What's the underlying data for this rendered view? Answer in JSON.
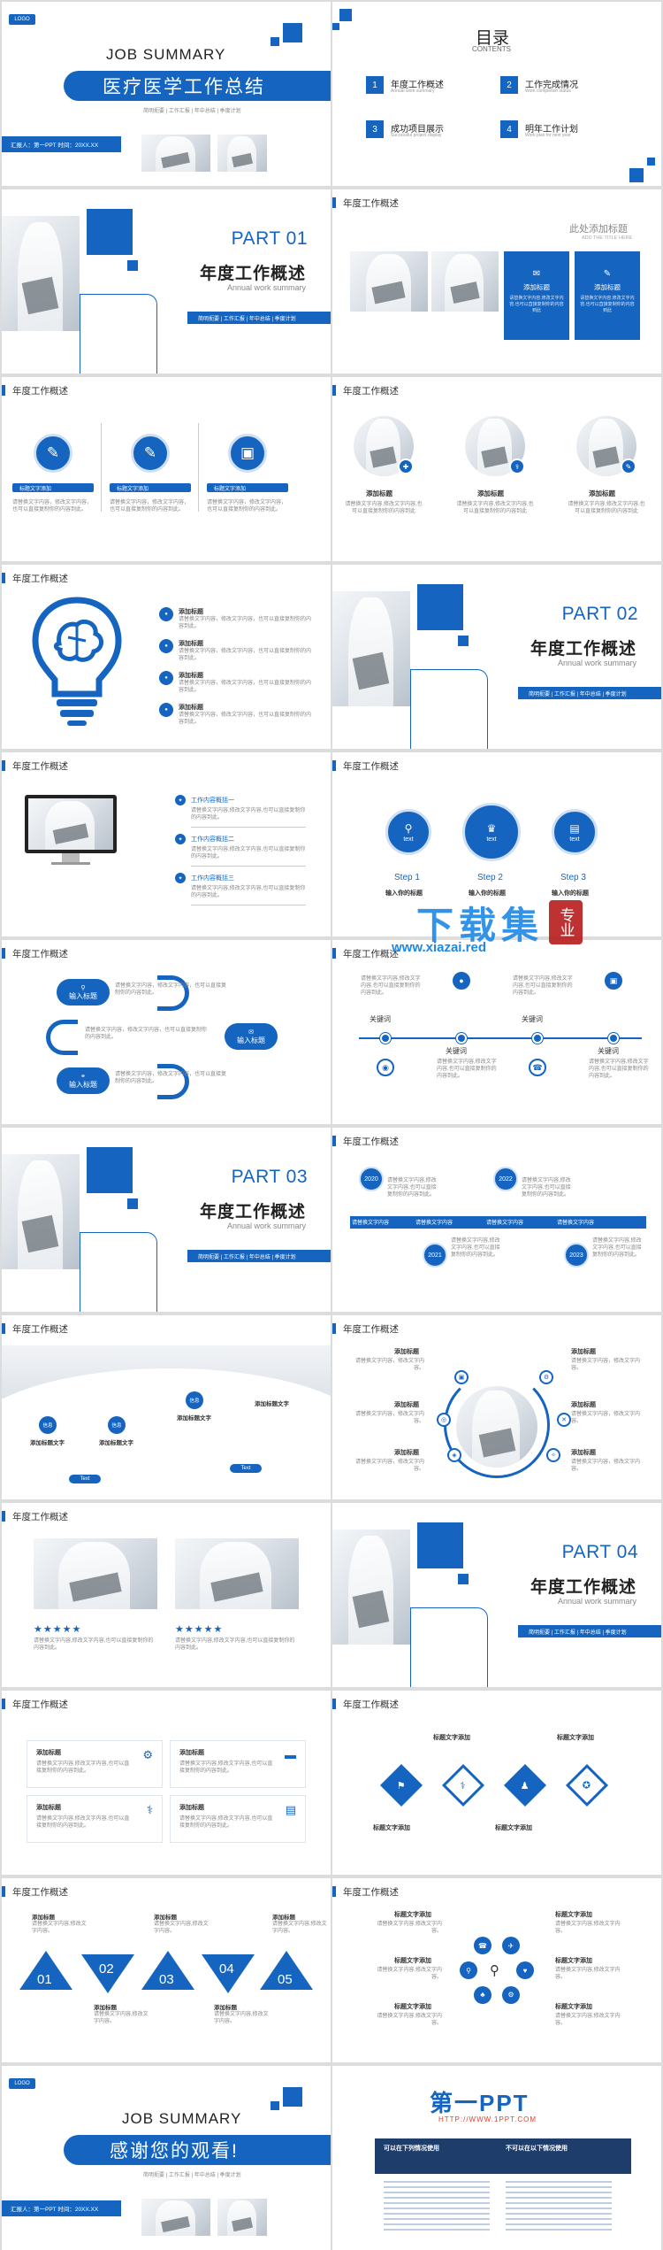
{
  "title_slide": {
    "logo": "LOGO",
    "heading": "JOB SUMMARY",
    "main_title": "医疗医学工作总结",
    "tagline": "简明扼要 | 工作汇报 | 年中总结 | 季度计划",
    "footer": "汇报人：第一PPT    时间：20XX.XX"
  },
  "toc": {
    "title": "目录",
    "subtitle": "CONTENTS",
    "items": [
      {
        "num": "1",
        "label": "年度工作概述",
        "sub": "Annual work summary"
      },
      {
        "num": "2",
        "label": "工作完成情况",
        "sub": "Work completion status"
      },
      {
        "num": "3",
        "label": "成功项目展示",
        "sub": "Successful project display"
      },
      {
        "num": "4",
        "label": "明年工作计划",
        "sub": "Work plan for next year"
      }
    ]
  },
  "section_header": "年度工作概述",
  "parts": [
    {
      "part": "PART 01",
      "title": "年度工作概述",
      "sub": "Annual work summary",
      "bar": "简明扼要 | 工作汇报 | 年中总结 | 季度计划"
    },
    {
      "part": "PART 02",
      "title": "年度工作概述",
      "sub": "Annual work summary",
      "bar": "简明扼要 | 工作汇报 | 年中总结 | 季度计划"
    },
    {
      "part": "PART 03",
      "title": "年度工作概述",
      "sub": "Annual work summary",
      "bar": "简明扼要 | 工作汇报 | 年中总结 | 季度计划"
    },
    {
      "part": "PART 04",
      "title": "年度工作概述",
      "sub": "Annual work summary",
      "bar": "简明扼要 | 工作汇报 | 年中总结 | 季度计划"
    }
  ],
  "s4": {
    "heading": "此处添加标题",
    "sub": "ADD THE TITLE HERE",
    "box1": "添加标题",
    "box2": "添加标题",
    "body": "请替换文字内容,修改文字内容,也可以直接复制你的内容到此"
  },
  "s5": {
    "labels": [
      "标题文字添加",
      "标题文字添加",
      "标题文字添加"
    ],
    "body": "请替换文字内容，修改文字内容，也可以直接复制你的内容到此。"
  },
  "s6": {
    "labels": [
      "添加标题",
      "添加标题",
      "添加标题"
    ],
    "body": "请替换文字内容,修改文字内容,也可以直接复制你的内容到此"
  },
  "s7": {
    "items": [
      "添加标题",
      "添加标题",
      "添加标题",
      "添加标题"
    ],
    "body": "请替换文字内容，修改文字内容，也可以直接复制你的内容到此。"
  },
  "s9": {
    "items": [
      "工作内容概括一",
      "工作内容概括二",
      "工作内容概括三"
    ],
    "body": "请替换文字内容,修改文字内容,也可以直接复制你的内容到此。"
  },
  "s10": {
    "icons": [
      "text",
      "text",
      "text"
    ],
    "steps": [
      "Step 1",
      "Step 2",
      "Step 3"
    ],
    "labels": [
      "输入你的标题",
      "输入你的标题",
      "输入你的标题"
    ]
  },
  "s11": {
    "pills": [
      "输入标题",
      "输入标题",
      "输入标题"
    ],
    "body": "请替换文字内容，修改文字内容，也可以直接复制你的内容到此。"
  },
  "s12": {
    "keys": [
      "关键词",
      "关键词",
      "关键词",
      "关键词"
    ],
    "body": "请替换文字内容,修改文字内容,也可以直接复制你的内容到此。"
  },
  "s14": {
    "years": [
      "2020",
      "2021",
      "2022",
      "2023"
    ],
    "bars": [
      "请替换文字内容",
      "请替换文字内容",
      "请替换文字内容",
      "请替换文字内容"
    ],
    "body": "请替换文字内容,修改文字内容,也可以直接复制你的内容到此。"
  },
  "s15": {
    "icons": [
      "信息",
      "信息",
      "信息"
    ],
    "labels": [
      "添加标题文字",
      "添加标题文字",
      "添加标题文字"
    ],
    "btn": "Text"
  },
  "s16": {
    "labels": [
      "添加标题",
      "添加标题",
      "添加标题",
      "添加标题",
      "添加标题",
      "添加标题"
    ],
    "body": "请替换文字内容，修改文字内容。"
  },
  "s17": {
    "stars": "★★★★★",
    "body": "请替换文字内容,修改文字内容,也可以直接复制你的内容到此。"
  },
  "s19": {
    "labels": [
      "添加标题",
      "添加标题",
      "添加标题",
      "添加标题"
    ],
    "body": "请替换文字内容,修改文字内容,也可以直接复制你的内容到此。"
  },
  "s20": {
    "top": [
      "标题文字添加",
      "标题文字添加"
    ],
    "bottom": [
      "标题文字添加",
      "标题文字添加"
    ]
  },
  "s21": {
    "nums": [
      "01",
      "02",
      "03",
      "04",
      "05"
    ],
    "labels": [
      "添加标题",
      "添加标题",
      "添加标题",
      "添加标题",
      "添加标题"
    ],
    "body": "请替换文字内容,修改文字内容。"
  },
  "s22": {
    "labels": [
      "标题文字添加",
      "标题文字添加",
      "标题文字添加",
      "标题文字添加",
      "标题文字添加",
      "标题文字添加"
    ],
    "body": "请替换文字内容,修改文字内容。"
  },
  "end_slide": {
    "logo": "LOGO",
    "heading": "JOB SUMMARY",
    "main_title": "感谢您的观看!",
    "tagline": "简明扼要 | 工作汇报 | 年中总结 | 季度计划",
    "footer": "汇报人：第一PPT    时间：20XX.XX"
  },
  "promo": {
    "brand": "第一PPT",
    "url": "HTTP://WWW.1PPT.COM",
    "col1": "可以在下列情况使用",
    "col2": "不可以在以下情况使用"
  },
  "watermark": {
    "main": "下载集",
    "url": "www.xiazai.red",
    "seal": "专业"
  },
  "colors": {
    "accent": "#1565c0"
  }
}
